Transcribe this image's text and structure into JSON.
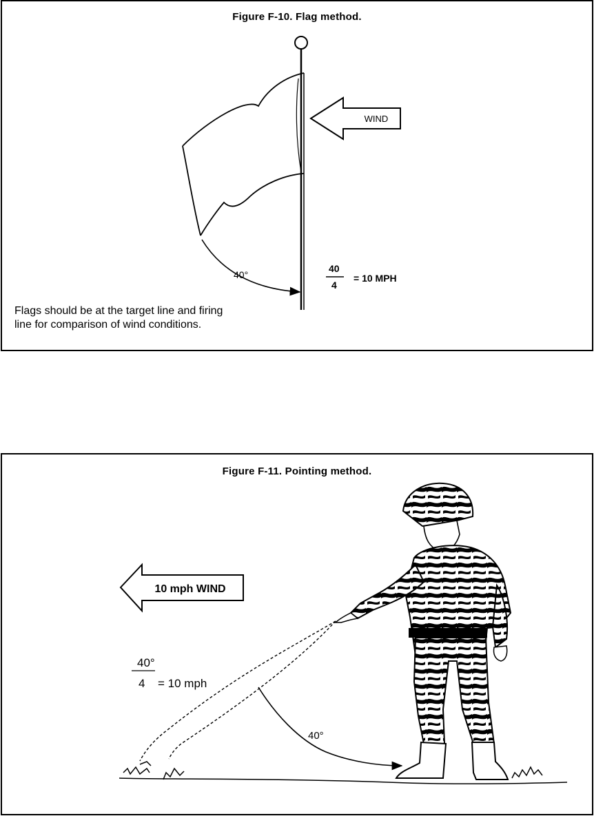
{
  "figure_f10": {
    "title": "Figure F-10. Flag method.",
    "wind_label": "WIND",
    "angle_label": "40°",
    "fraction_numerator": "40",
    "fraction_denominator": "4",
    "fraction_result": "= 10 MPH",
    "note_lines": [
      "Flags should be at the target line and firing",
      "line for comparison of wind conditions."
    ]
  },
  "figure_f11": {
    "title": "Figure F-11. Pointing method.",
    "wind_label": "10 mph WIND",
    "fraction_numerator": "40°",
    "fraction_denominator": "4",
    "fraction_result": "= 10 mph",
    "angle_label": "40°"
  }
}
